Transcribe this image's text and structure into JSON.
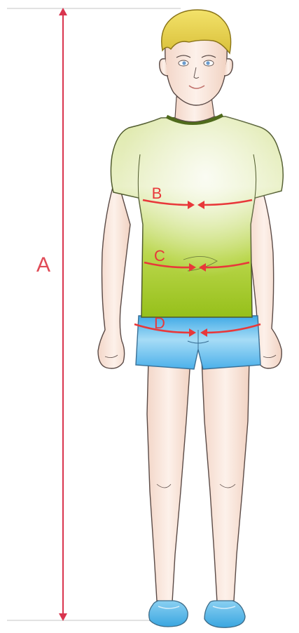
{
  "labels": {
    "height": "A",
    "chest": "B",
    "waist": "C",
    "hips": "D"
  },
  "colors": {
    "measure_line": "#e8383a",
    "height_line": "#d9344e",
    "guide_line": "#d8d8d8",
    "shirt_top": "#d7e79a",
    "shirt_bottom": "#9cc51d",
    "shorts": "#6cc3ee",
    "skin": "#f9e6db",
    "hair": "#e8d24a",
    "shoes": "#4fb6e8"
  }
}
